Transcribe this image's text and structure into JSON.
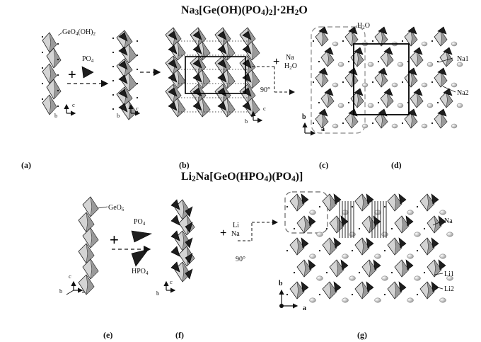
{
  "titles": {
    "top": {
      "prefix": "Na",
      "s1": "3",
      "mid": "[Ge(OH)(PO",
      "s2": "4",
      "end": ")",
      "s3": "2",
      "tail": "]·2H",
      "s4": "2",
      "last": "O"
    },
    "bottom": {
      "prefix": "Li",
      "s1": "2",
      "mid": "Na[GeO(HPO",
      "s2": "4",
      "end": ")(PO",
      "s3": "4",
      "tail": ")]"
    }
  },
  "panel_labels": [
    "(a)",
    "(b)",
    "(c)",
    "(d)",
    "(e)",
    "(f)",
    "(g)"
  ],
  "labels": {
    "geo4oh2": {
      "a": "GeO",
      "s1": "4",
      "b": "(OH)",
      "s2": "2"
    },
    "po4_top": {
      "a": "PO",
      "s1": "4"
    },
    "plus_top_na": "Na",
    "plus_top_h2o": {
      "a": "H",
      "s1": "2",
      "b": "O"
    },
    "angle_top": "90°",
    "h2o_c": {
      "a": "H",
      "s1": "2",
      "b": "O"
    },
    "na1": "Na1",
    "na2": "Na2",
    "geo6": {
      "a": "GeO",
      "s1": "6"
    },
    "po4_bottom": {
      "a": "PO",
      "s1": "4"
    },
    "hpo4": {
      "a": "HPO",
      "s1": "4"
    },
    "plus_bottom_li": "Li",
    "plus_bottom_na": "Na",
    "angle_bottom": "90°",
    "na_g": "Na",
    "li1": "Li1",
    "li2": "Li2"
  },
  "axes": {
    "a1": {
      "v": "c",
      "h": "b"
    },
    "b": {
      "v": "c",
      "h": "b"
    },
    "top_right": {
      "v": "c",
      "h": "b"
    },
    "c": {
      "v": "b",
      "h": "a"
    },
    "e": {
      "v": "c",
      "h1": "b",
      "h2": "a"
    },
    "f": {
      "v": "c",
      "h": "b"
    },
    "g": {
      "v": "b",
      "h": "a"
    }
  },
  "colors": {
    "octahedron_light": "#d4d4d4",
    "octahedron_mid": "#9a9a9a",
    "octahedron_dark": "#6a6a6a",
    "tetrahedron": "#1e1e1e",
    "sphere": "#bdbdbd"
  }
}
